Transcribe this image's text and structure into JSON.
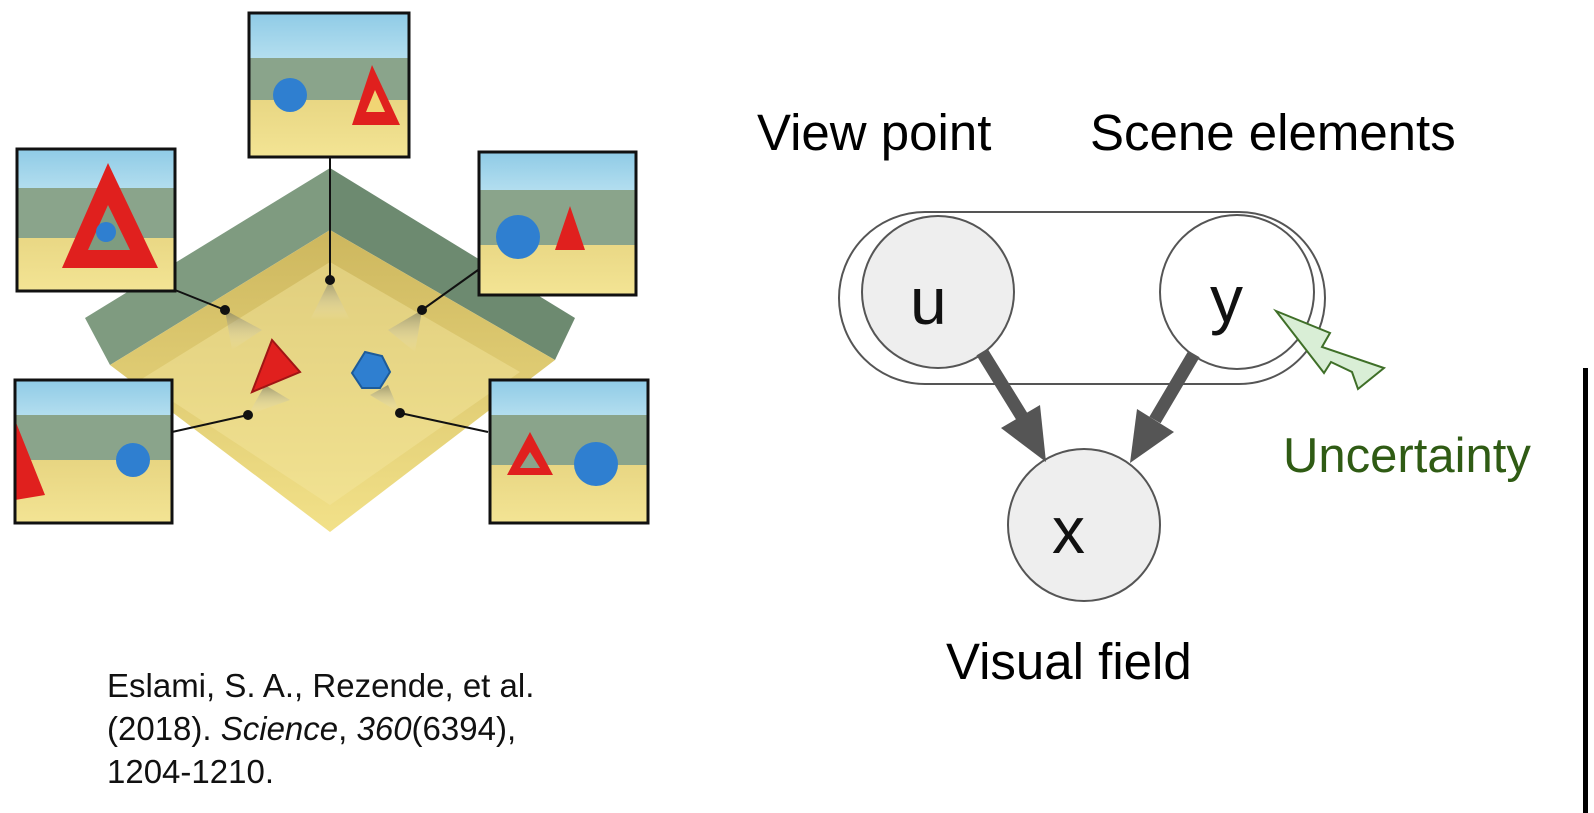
{
  "labels": {
    "view_point": "View point",
    "scene_elements": "Scene elements",
    "visual_field": "Visual field",
    "uncertainty": "Uncertainty"
  },
  "nodes": {
    "u": "u",
    "y": "y",
    "x": "x"
  },
  "citation": {
    "line1": "Eslami, S. A., Rezende, et al.",
    "line2_a": "(2018). ",
    "journal": "Science",
    "line2_b": ", ",
    "volume": "360",
    "line2_c": "(6394),",
    "line3": "1204-1210."
  },
  "colors": {
    "node_fill_gray": "#eeeeee",
    "node_stroke": "#555555",
    "arrow": "#555555",
    "uncertainty_text": "#2f5b14",
    "bolt_fill": "#d9eed6",
    "bolt_stroke": "#3f6f28",
    "wall": "#7f9b80",
    "floor": "#d9c36c",
    "sky": "#92cfe9",
    "red_object": "#e0201e",
    "blue_object": "#2f7fd0"
  }
}
